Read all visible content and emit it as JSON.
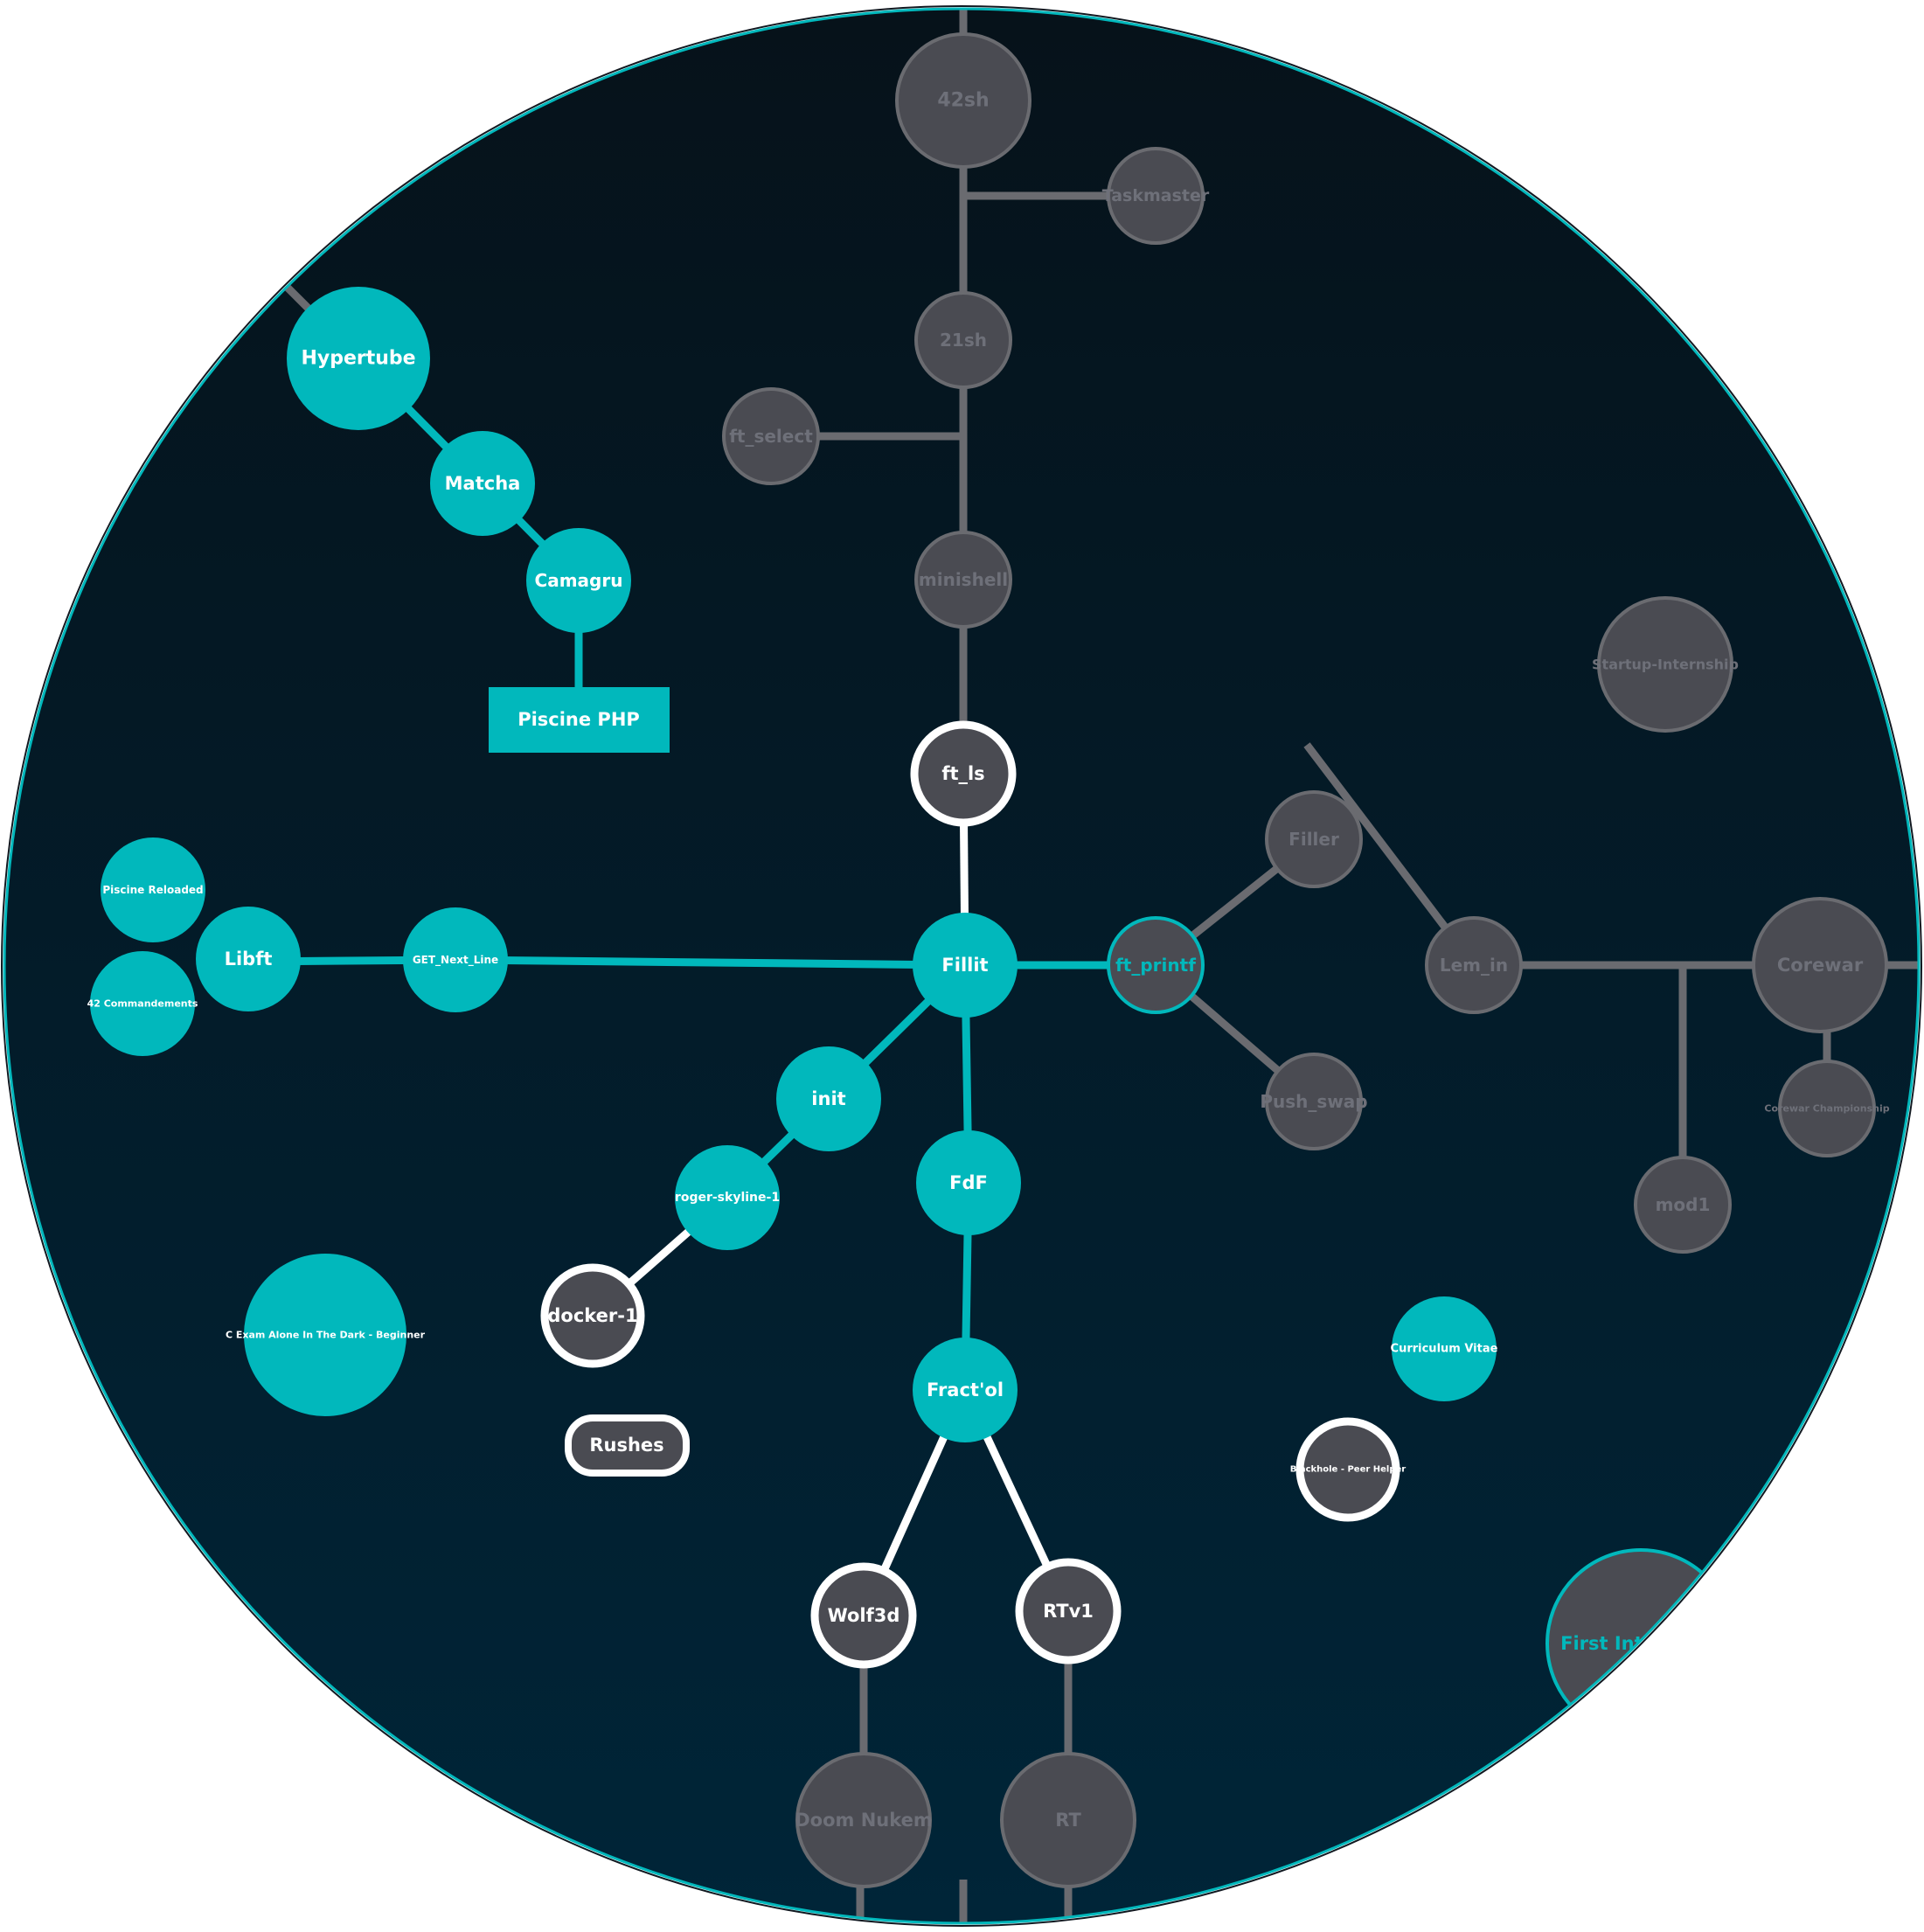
{
  "colors": {
    "completed": "#01b8bc",
    "available_fill": "#4a4b52",
    "available_stroke": "#ffffff",
    "locked_fill": "#4a4b52",
    "locked_stroke": "#6a6b70",
    "locked_text": "#6e7079",
    "done_text": "#ffffff",
    "link_completed": "#01b8bc",
    "link_available": "#ffffff",
    "link_locked": "#6a6b70",
    "background_top": "#06121a",
    "background_bottom": "#002538",
    "rim": "#01b8bc"
  },
  "nodes": {
    "n42sh": "42sh",
    "taskmaster": "Taskmaster",
    "n21sh": "21sh",
    "ft_select": "ft_select",
    "minishell": "minishell",
    "ft_ls": "ft_ls",
    "hypertube": "Hypertube",
    "matcha": "Matcha",
    "camagru": "Camagru",
    "piscine_php": "Piscine PHP",
    "startup_internship": "Startup-Internship",
    "filler": "Filler",
    "lem_in": "Lem_in",
    "corewar": "Corewar",
    "corewar_championship": "Corewar Championship",
    "mod1": "mod1",
    "piscine_reloaded": "Piscine Reloaded",
    "libft": "Libft",
    "commandements": "42 Commandements",
    "gnl": "GET_Next_Line",
    "fillit": "Fillit",
    "ft_printf": "ft_printf",
    "push_swap": "Push_swap",
    "init": "init",
    "roger": "roger-skyline-1",
    "fdf": "FdF",
    "docker": "docker-1",
    "exam": "C Exam Alone In The Dark - Beginner",
    "fractol": "Fract'ol",
    "curriculum": "Curriculum Vitae",
    "rushes": "Rushes",
    "blackhole": "Blackhole - Peer Helper",
    "wolf3d": "Wolf3d",
    "rtv1": "RTv1",
    "first_internship": "First Internship",
    "doom": "Doom Nukem",
    "rt": "RT"
  }
}
